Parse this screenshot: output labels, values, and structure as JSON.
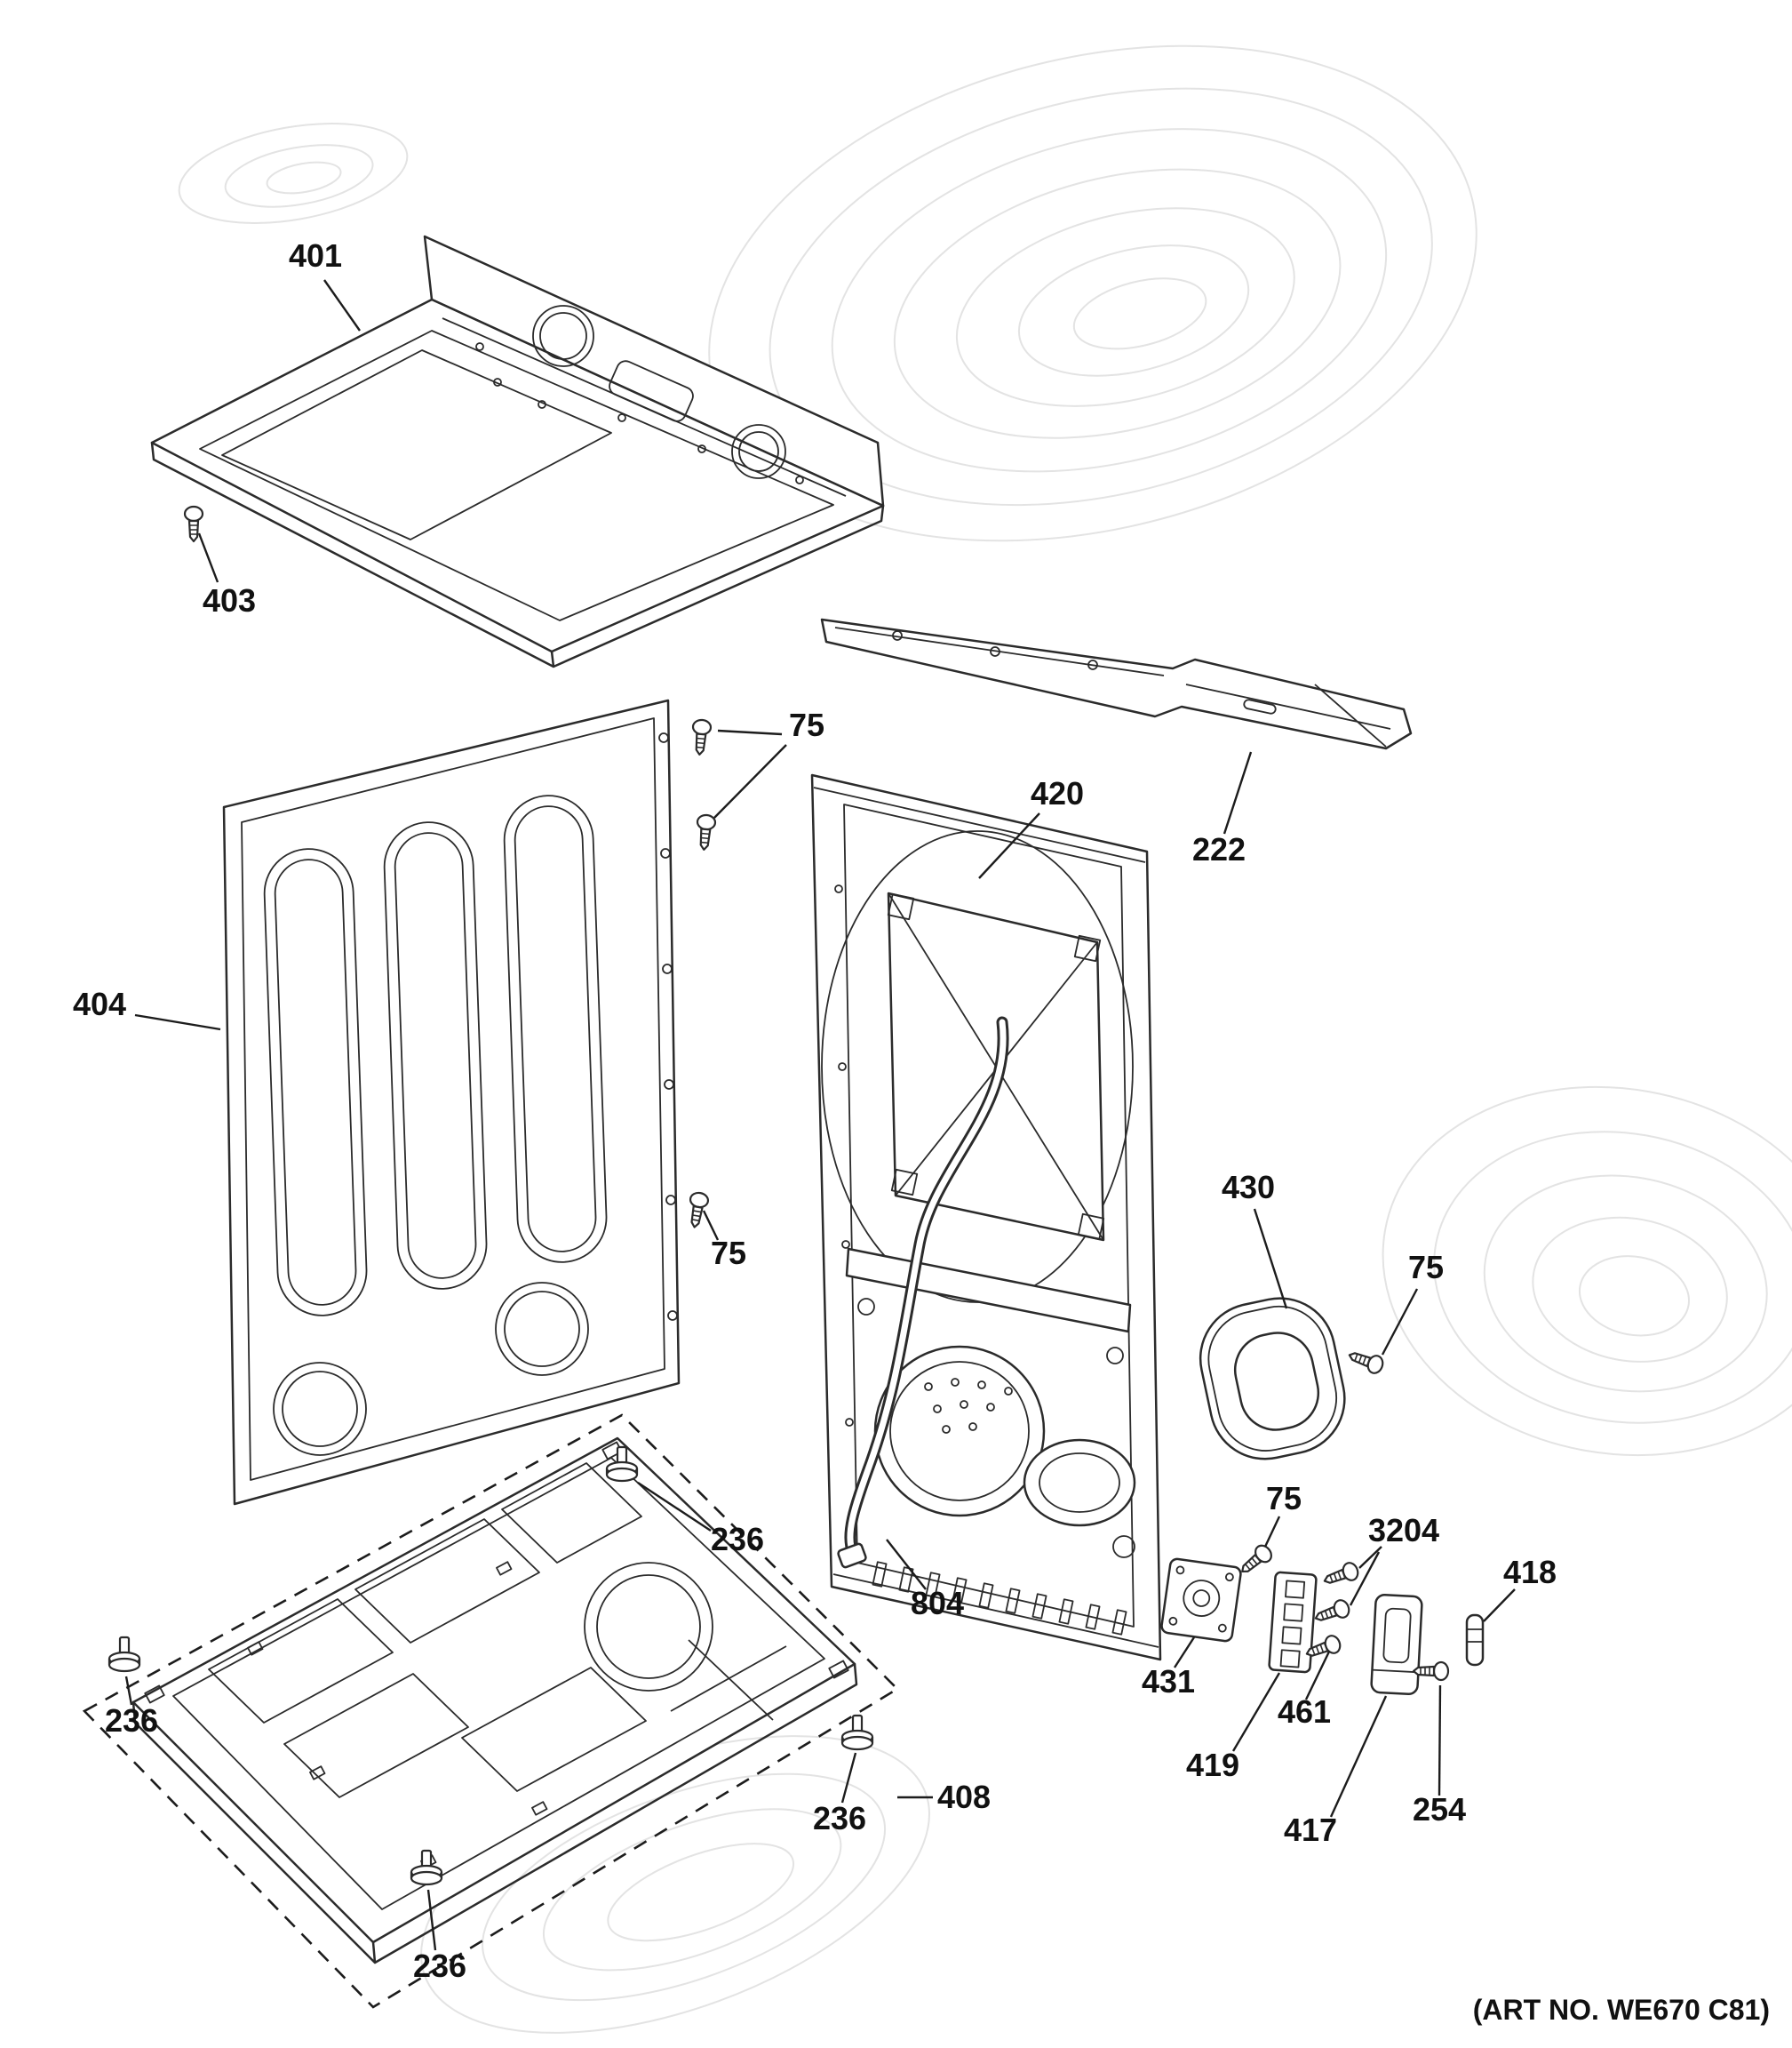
{
  "figure": {
    "art_no": "(ART NO. WE670 C81)"
  },
  "callouts": [
    {
      "id": "top-cover",
      "label": "401"
    },
    {
      "id": "screw-top-cover",
      "label": "403"
    },
    {
      "id": "screws-side-top",
      "label": "75"
    },
    {
      "id": "front-panel",
      "label": "420"
    },
    {
      "id": "crossbar",
      "label": "222"
    },
    {
      "id": "side-wrapper",
      "label": "404"
    },
    {
      "id": "screw-side-mid",
      "label": "75"
    },
    {
      "id": "duct-ring",
      "label": "430"
    },
    {
      "id": "screw-duct",
      "label": "75"
    },
    {
      "id": "leg-top",
      "label": "236"
    },
    {
      "id": "harness",
      "label": "804"
    },
    {
      "id": "screw-plate",
      "label": "75"
    },
    {
      "id": "screws-3204",
      "label": "3204"
    },
    {
      "id": "pin",
      "label": "418"
    },
    {
      "id": "plate",
      "label": "431"
    },
    {
      "id": "screw-461",
      "label": "461"
    },
    {
      "id": "terminal-block",
      "label": "419"
    },
    {
      "id": "cover",
      "label": "417"
    },
    {
      "id": "screw-254",
      "label": "254"
    },
    {
      "id": "leg-left",
      "label": "236"
    },
    {
      "id": "leg-right",
      "label": "236"
    },
    {
      "id": "base",
      "label": "408"
    },
    {
      "id": "leg-bottom",
      "label": "236"
    }
  ]
}
